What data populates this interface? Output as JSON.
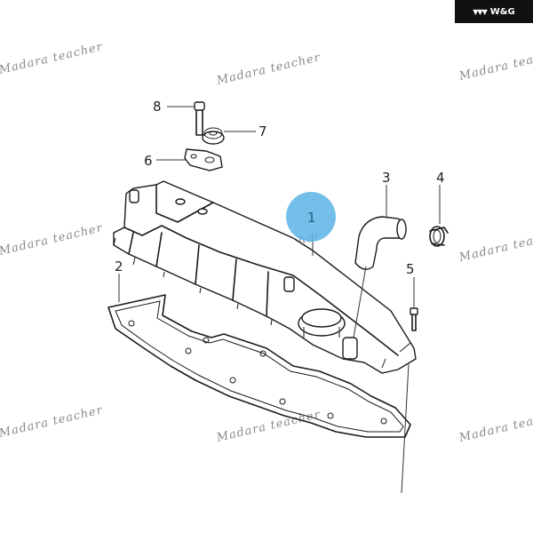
{
  "badge": {
    "text": "W&G",
    "icon": "triple-chevron-logo-icon"
  },
  "watermark": "Madara teacher",
  "callouts": {
    "c1": "1",
    "c2": "2",
    "c3": "3",
    "c4": "4",
    "c5": "5",
    "c6": "6",
    "c7": "7",
    "c8": "8"
  },
  "colors": {
    "highlight": "#5bb4e5",
    "badge_bg": "#111111",
    "line": "#1a1a1a"
  }
}
